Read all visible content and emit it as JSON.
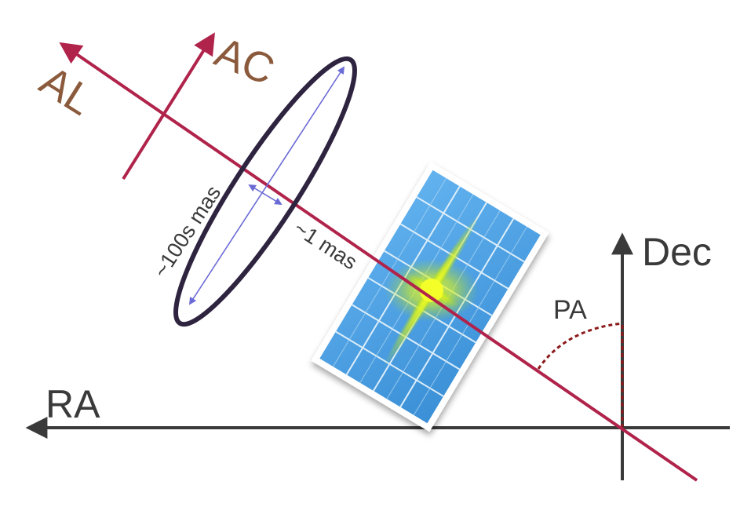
{
  "labels": {
    "al": "AL",
    "ac": "AC",
    "ra": "RA",
    "dec": "Dec",
    "pa": "PA",
    "major_axis": "~100s mas",
    "minor_axis": "~1 mas"
  },
  "colors": {
    "scan_axis": "#b0234a",
    "ac_label": "#8b5a3c",
    "sky_axes": "#3a3a3a",
    "ellipse": "#2e2440",
    "measure_arrows": "#6b6bd6",
    "pa_arc": "#8b1a1a",
    "ccd_fill": "#4aa0e6",
    "ccd_grid": "#dceefa",
    "star": "#e6ff00"
  },
  "icons": {
    "ccd": "ccd-detector-icon",
    "star": "star-image-icon"
  }
}
